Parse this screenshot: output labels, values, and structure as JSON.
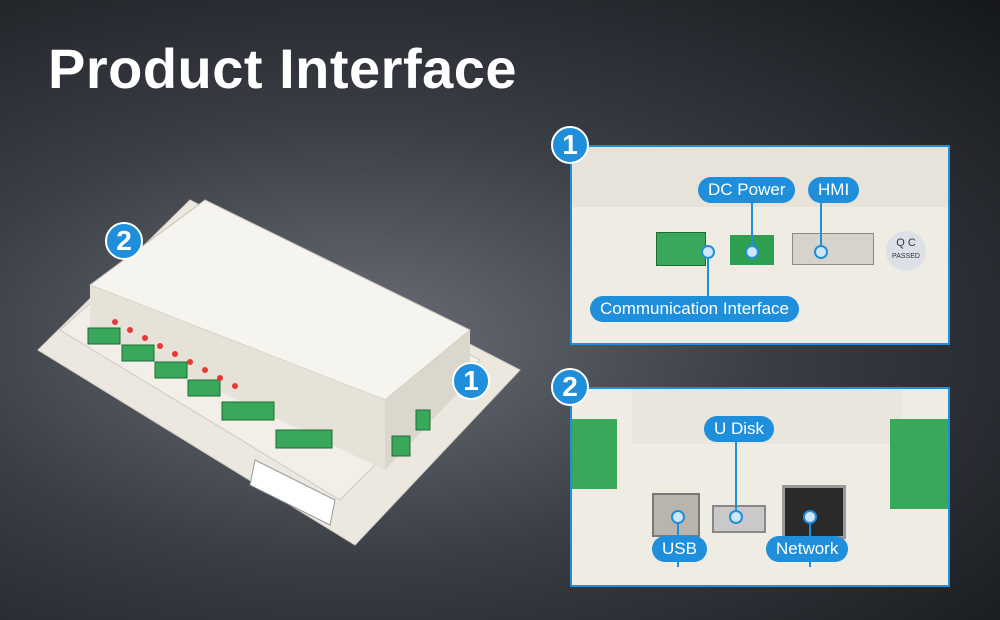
{
  "title": "Product Interface",
  "callouts": {
    "one": {
      "number": "1",
      "labels": {
        "dc_power": "DC Power",
        "hmi": "HMI",
        "comm": "Communication Interface"
      },
      "qc_badge": "Q C",
      "qc_sub": "PASSED"
    },
    "two": {
      "number": "2",
      "labels": {
        "udisk": "U Disk",
        "usb": "USB",
        "network": "Network"
      }
    }
  },
  "device": {
    "marker_1": "1",
    "marker_2": "2"
  },
  "colors": {
    "accent": "#1f8fdc",
    "connector": "#3aa85a"
  }
}
